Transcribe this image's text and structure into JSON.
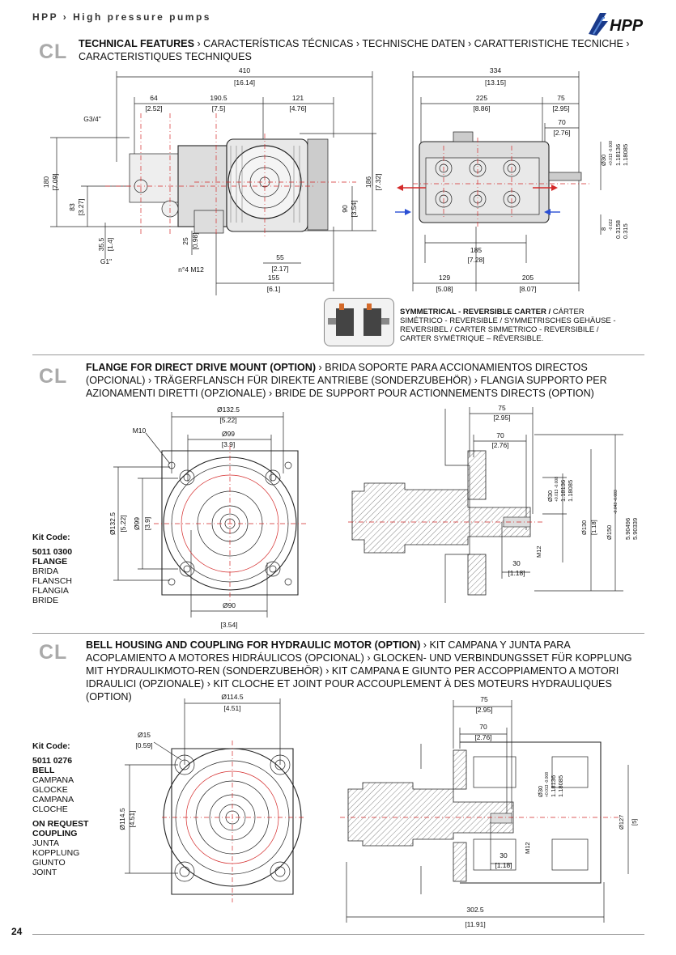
{
  "header": {
    "breadcrumb": "HPP › High pressure pumps",
    "logo_text": "HPP"
  },
  "colors": {
    "accent_red": "#d42a2a",
    "accent_blue": "#2a4fd4",
    "cl_gray": "#aaaaaa"
  },
  "section1": {
    "tag": "CL",
    "title_bold": "TECHNICAL FEATURES",
    "title_rest": " › CARACTERÍSTICAS TÉCNICAS › TECHNISCHE DATEN ›  CARATTERISTICHE TECNICHE › CARACTERISTIQUES TECHNIQUES",
    "side_view_dims": {
      "d410": "410",
      "d410i": "[16.14]",
      "d64": "64",
      "d64i": "[2.52]",
      "d190": "190.5",
      "d190i": "[7.5]",
      "d121": "121",
      "d121i": "[4.76]",
      "g34": "G3/4\"",
      "d180": "180",
      "d180i": "[7.09]",
      "d83": "83",
      "d83i": "[3.27]",
      "d355": "35.5",
      "d355i": "[1.4]",
      "g1": "G1\"",
      "d25": "25",
      "d25i": "[0.98]",
      "nm12": "n°4 M12",
      "d55": "55",
      "d55i": "[2.17]",
      "d155": "155",
      "d155i": "[6.1]",
      "d90": "90",
      "d90i": "[3.54]",
      "d186": "186",
      "d186i": "[7.32]"
    },
    "front_view_dims": {
      "d334": "334",
      "d334i": "[13.15]",
      "d225": "225",
      "d225i": "[8.86]",
      "d75": "75",
      "d75i": "[2.95]",
      "d70": "70",
      "d70i": "[2.76]",
      "d30": "Ø30",
      "d30t": "+0.013 -0.008",
      "d30i1": "1.18136",
      "d30i2": "1.18085",
      "d8": "8",
      "d8t": "-0.022",
      "d8i1": "0.3158",
      "d8i2": "0.315",
      "d185": "185",
      "d185i": "[7.28]",
      "d129": "129",
      "d129i": "[5.08]",
      "d205": "205",
      "d205i": "[8.07]"
    },
    "symmetrical": {
      "line1_bold": "SYMMETRICAL - REVERSIBLE CARTER / ",
      "line1_rest": "CÁRTER",
      "line2": "SIMÉTRICO - REVERSIBLE / SYMMETRISCHES GEHÄUSE -",
      "line3": "REVERSIBEL / CARTER SIMMETRICO - REVERSIBILE /",
      "line4": "CARTER SYMÉTRIQUE – RÉVERSIBLE."
    }
  },
  "section2": {
    "tag": "CL",
    "title_bold": "FLANGE FOR DIRECT DRIVE MOUNT (OPTION)",
    "title_rest": " › BRIDA SOPORTE PARA ACCIONAMIENTOS DIRECTOS (OPCIONAL) › TRÄGERFLANSCH FÜR DIREKTE ANTRIEBE (SONDERZUBEHÖR) › FLANGIA SUPPORTO PER AZIONAMENTI DIRETTI (OPZIONALE) › BRIDE DE SUPPORT POUR ACTIONNEMENTS DIRECTS (OPTION)",
    "kit_label": "Kit Code:",
    "kit_code": "5011 0300",
    "kit_names": [
      "FLANGE",
      "BRIDA",
      "FLANSCH",
      "FLANGIA",
      "BRIDE"
    ],
    "dims": {
      "d1325": "Ø132.5",
      "d1325i": "[5.22]",
      "m10": "M10",
      "d99": "Ø99",
      "d99i": "[3.9]",
      "d1325v": "Ø132.5",
      "d1325vi": "[5.22]",
      "d99v": "Ø99",
      "d99vi": "[3.9]",
      "d90": "Ø90",
      "d90i": "[3.54]",
      "d75": "75",
      "d75i": "[2.95]",
      "d70": "70",
      "d70i": "[2.76]",
      "d30": "Ø30",
      "d30t": "+0.013 -0.008",
      "d30i1": "1.18136",
      "d30i2": "1.18085",
      "d130": "Ø130",
      "d130i": "[1.18]",
      "d150": "Ø150",
      "d150t": "-0.043 -0.083",
      "d150i1": "5.90496",
      "d150i2": "5.90339",
      "m12": "M12",
      "d30b": "30",
      "d30bi": "[1.18]"
    }
  },
  "section3": {
    "tag": "CL",
    "title_bold": "BELL HOUSING AND COUPLING FOR HYDRAULIC MOTOR (OPTION)",
    "title_rest": " › KIT CAMPANA Y JUNTA PARA ACOPLAMIENTO A MOTORES HIDRÁULICOS (OPCIONAL) › GLOCKEN- UND VERBINDUNGSSET FÜR KOPPLUNG MIT HYDRAULIKMOTO-REN (SONDERZUBEHÖR) › KIT CAMPANA E GIUNTO PER ACCOPPIAMENTO A MOTORI IDRAULICI (OPZIONALE) › KIT CLOCHE ET JOINT POUR ACCOUPLEMENT À DES MOTEURS HYDRAULIQUES (OPTION)",
    "kit_label": "Kit Code:",
    "kit_code": "5011 0276",
    "kit_names": [
      "BELL",
      "CAMPANA",
      "GLOCKE",
      "CAMPANA",
      "CLOCHE"
    ],
    "on_request": "ON REQUEST",
    "coupling_names": [
      "COUPLING",
      "JUNTA",
      "KOPPLUNG",
      "GIUNTO",
      "JOINT"
    ],
    "dims": {
      "d1145": "Ø114.5",
      "d1145i": "[4.51]",
      "d15": "Ø15",
      "d15i": "[0.59]",
      "d1145v": "Ø114.5",
      "d1145vi": "[4.51]",
      "d75": "75",
      "d75i": "[2.95]",
      "d70": "70",
      "d70i": "[2.76]",
      "d30": "Ø30",
      "d30t": "+0.013 -0.008",
      "d30i1": "1.18136",
      "d30i2": "1.18085",
      "m12": "M12",
      "d30b": "30",
      "d30bi": "[1.18]",
      "d127": "Ø127",
      "d127i": "[5]",
      "d3025": "302.5",
      "d3025i": "[11.91]"
    }
  },
  "footer": {
    "page_number": "24"
  }
}
